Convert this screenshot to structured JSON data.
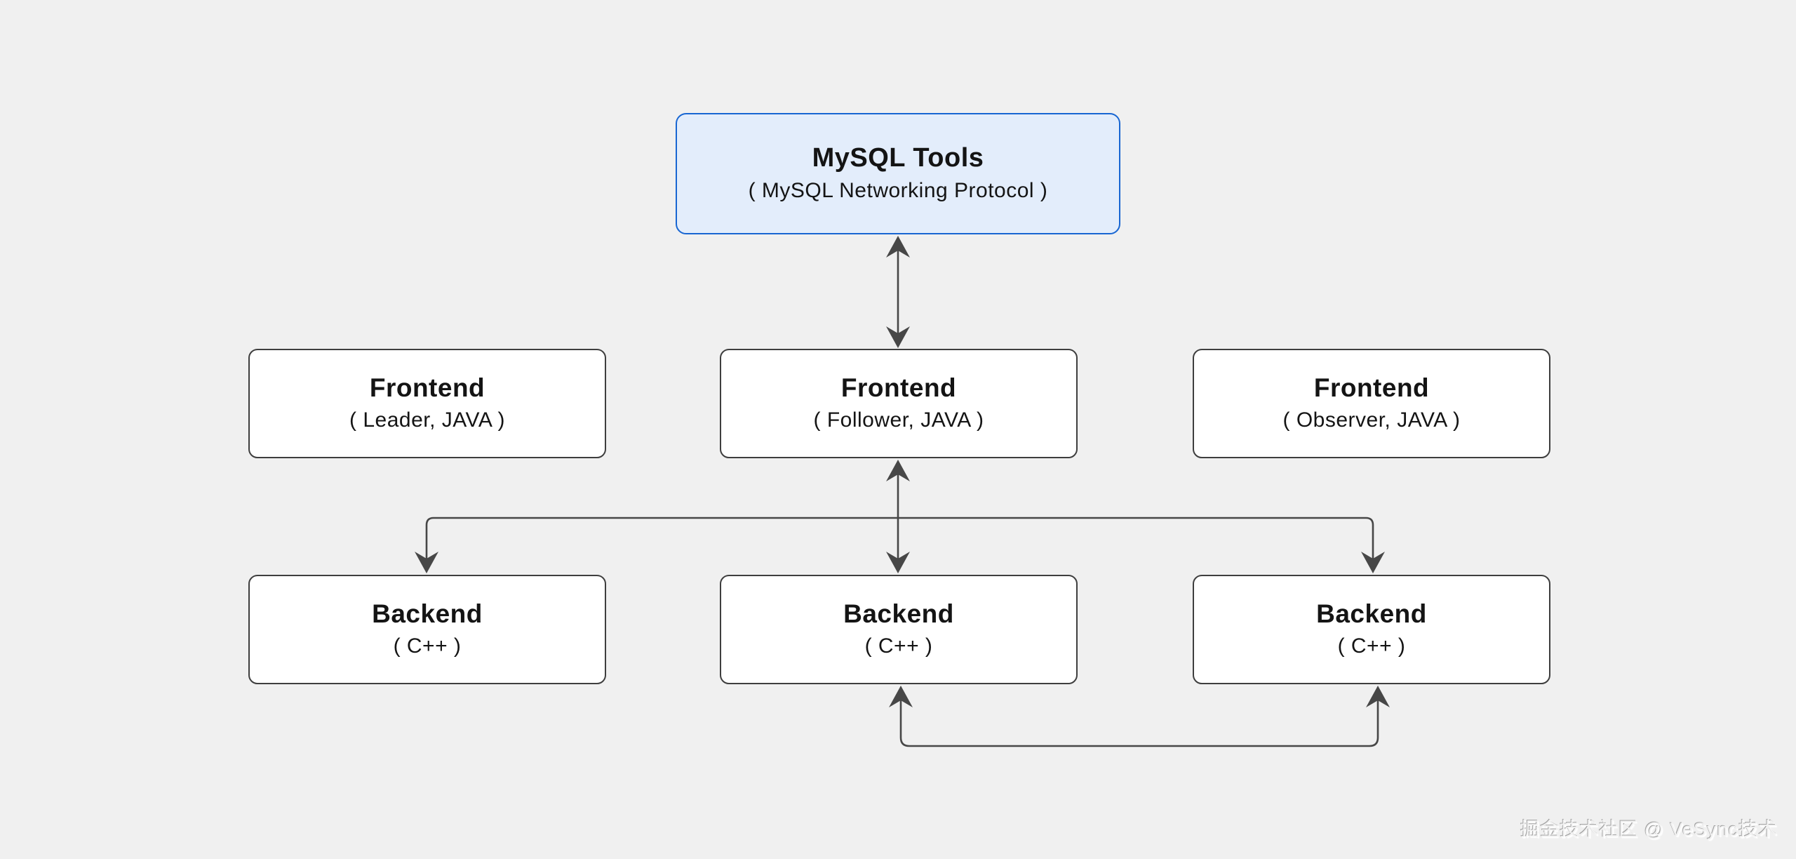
{
  "page": {
    "background_color": "#f0f0f0"
  },
  "diagram": {
    "nodes": [
      {
        "id": "mysql-tools",
        "title": "MySQL Tools",
        "subtitle": "( MySQL Networking Protocol )",
        "variant": "highlight"
      },
      {
        "id": "frontend-leader",
        "title": "Frontend",
        "subtitle": "( Leader, JAVA )",
        "variant": "default"
      },
      {
        "id": "frontend-follower",
        "title": "Frontend",
        "subtitle": "( Follower, JAVA )",
        "variant": "default"
      },
      {
        "id": "frontend-observer",
        "title": "Frontend",
        "subtitle": "( Observer, JAVA )",
        "variant": "default"
      },
      {
        "id": "backend-left",
        "title": "Backend",
        "subtitle": "( C++ )",
        "variant": "default"
      },
      {
        "id": "backend-middle",
        "title": "Backend",
        "subtitle": "( C++ )",
        "variant": "default"
      },
      {
        "id": "backend-right",
        "title": "Backend",
        "subtitle": "( C++ )",
        "variant": "default"
      }
    ],
    "edges": [
      {
        "from": "mysql-tools",
        "to": "frontend-follower",
        "type": "double-headed-vertical-arrow"
      },
      {
        "from": "frontend-follower",
        "to": "backend-middle",
        "type": "double-headed-vertical-arrow"
      },
      {
        "from": "frontend-follower",
        "to": "backend-left",
        "type": "branch-arrow-down"
      },
      {
        "from": "frontend-follower",
        "to": "backend-right",
        "type": "branch-arrow-down"
      },
      {
        "from": "backend-middle",
        "to": "backend-right",
        "type": "double-headed-u-arrow-bottom"
      }
    ],
    "colors": {
      "highlight_fill": "#e3edfb",
      "highlight_border": "#1866d2",
      "node_fill": "#ffffff",
      "node_border": "#3e3e3e",
      "connector": "#474747",
      "text": "#141414"
    }
  },
  "watermark": {
    "text": "掘金技术社区 @ VeSync技术"
  }
}
